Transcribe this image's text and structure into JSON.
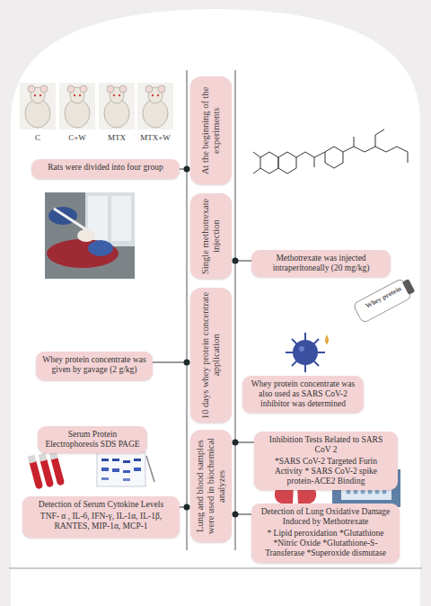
{
  "diagram": {
    "nodes": [
      {
        "text": [
          "At the beginning of the experiments"
        ]
      },
      {
        "text": [
          "Rats were divided into four group"
        ]
      },
      {
        "text": [
          "Single methotrexate injection"
        ]
      },
      {
        "text": [
          "Methotrexate was injected intraperitoneally (20 mg/kg)"
        ]
      },
      {
        "text": [
          "10 days whey protein concentrate application"
        ]
      },
      {
        "text": [
          "Whey protein concentrate was given by gavage (2 g/kg)"
        ]
      },
      {
        "text": [
          "Whey protein concentrate was also used as SARS CoV-2 inhibitor was determined"
        ]
      },
      {
        "text": [
          "Lung and blood samples were used in biochemical analyzes"
        ]
      },
      {
        "text": [
          "Serum Protein Electrophoresis SDS PAGE"
        ]
      },
      {
        "text": [
          "Detection of Serum Cytokine Levels",
          "TNF- α , IL-6, IFN-γ, IL-1α, IL-1β, RANTES, MIP-1α, MCP-1"
        ]
      },
      {
        "text": [
          "Inhibition Tests Related to SARS CoV 2",
          "*SARS CoV-2 Targeted Furin Activity * SARS CoV-2 spike protein-ACE2 Binding"
        ]
      },
      {
        "text": [
          "Detection of Lung Oxidative Damage Induced by Methotrexate",
          "* Lipid peroxidation *Glutathione *Nitric Oxide *Glutathione-S-Transferase *Superoxide dismutase"
        ]
      }
    ],
    "edges": [
      {
        "from": 1,
        "to": 0,
        "arrow": "none"
      },
      {
        "from": 3,
        "to": 2,
        "arrow": "none"
      },
      {
        "from": 5,
        "to": 4,
        "arrow": "none"
      },
      {
        "from": 9,
        "to": 7,
        "arrow": "none"
      },
      {
        "from": 10,
        "to": 7,
        "arrow": "none"
      },
      {
        "from": 11,
        "to": 7,
        "arrow": "none"
      }
    ],
    "labels": [
      "C",
      "C+W",
      "MTX",
      "MTX+W",
      "Whey protein"
    ]
  }
}
